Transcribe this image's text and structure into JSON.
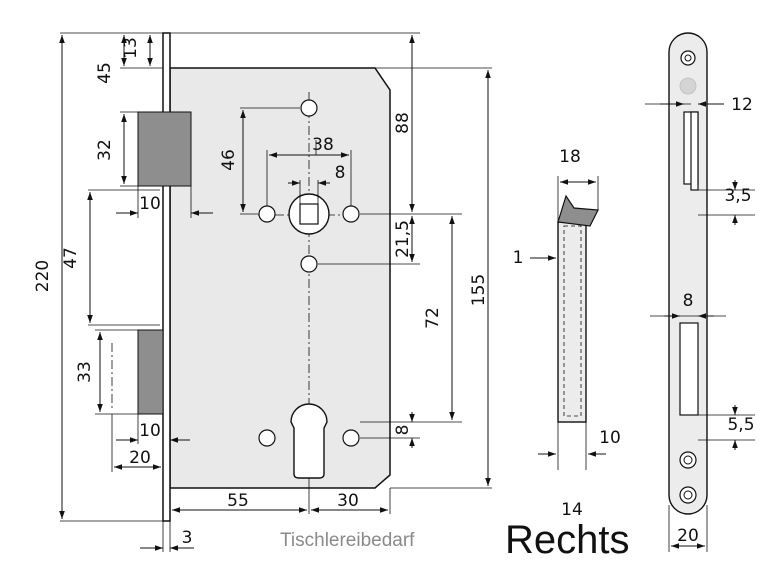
{
  "labels": {
    "main": {
      "d13": "13",
      "d45": "45",
      "d32": "32",
      "d88": "88",
      "d38": "38",
      "d46": "46",
      "d8a": "8",
      "d10a": "10",
      "d215": "21,5",
      "d47": "47",
      "d220": "220",
      "d155": "155",
      "d72": "72",
      "d33": "33",
      "d10b": "10",
      "d8b": "8",
      "d20": "20",
      "d55": "55",
      "d30": "30",
      "d3": "3"
    },
    "bolt": {
      "d18": "18",
      "d1": "1",
      "d10": "10",
      "d14": "14"
    },
    "plate": {
      "d12": "12",
      "d35": "3,5",
      "d8": "8",
      "d55": "5,5",
      "d20": "20"
    }
  },
  "brand_text": "Tischlereibedarf",
  "orientation_text": "Rechts",
  "colors": {
    "line": "#111111",
    "body_fill": "#e9e9e9",
    "latch_fill": "#8e8e8e",
    "plate_fill": "#ececec",
    "brand_gray": "#8a8a8a"
  }
}
